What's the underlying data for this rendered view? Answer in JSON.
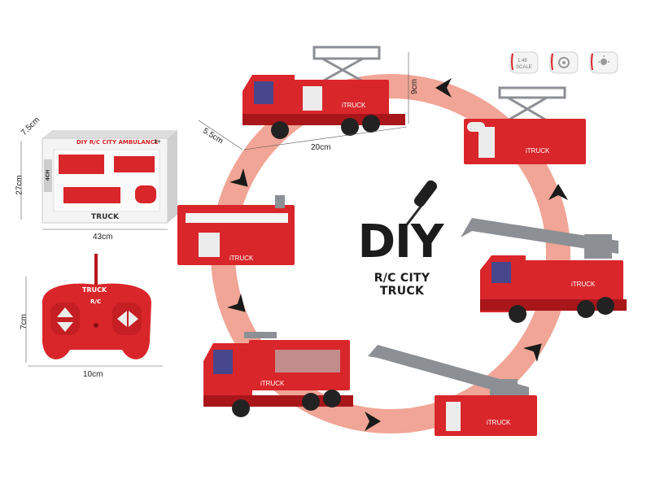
{
  "title": {
    "main": "DIY",
    "sub": "R/C CITY TRUCK"
  },
  "badges": [
    {
      "icon": "scale-badge-icon",
      "text": "1:48 SCALE"
    },
    {
      "icon": "gear-badge-icon",
      "text": ""
    },
    {
      "icon": "light-badge-icon",
      "text": ""
    }
  ],
  "dimensions": {
    "truck": {
      "height": "9cm",
      "depth": "5.5cm",
      "length": "20cm"
    },
    "package": {
      "depth": "7.5cm",
      "height": "27cm",
      "width": "43cm"
    },
    "remote": {
      "height": "7cm",
      "width": "10cm"
    }
  },
  "package": {
    "header": "DIY R/C CITY AMBULANCE",
    "age": "3+",
    "brand": "TRUCK",
    "side": "4CH"
  },
  "remote": {
    "brand": "TRUCK",
    "label": "R/C"
  },
  "truck_label": "iTRUCK",
  "colors": {
    "ring": "#f0a596",
    "truck_red": "#d9262b",
    "dark_red": "#a8161a",
    "ladder_grey": "#8c8f94",
    "arrow": "#1a1a1a"
  }
}
